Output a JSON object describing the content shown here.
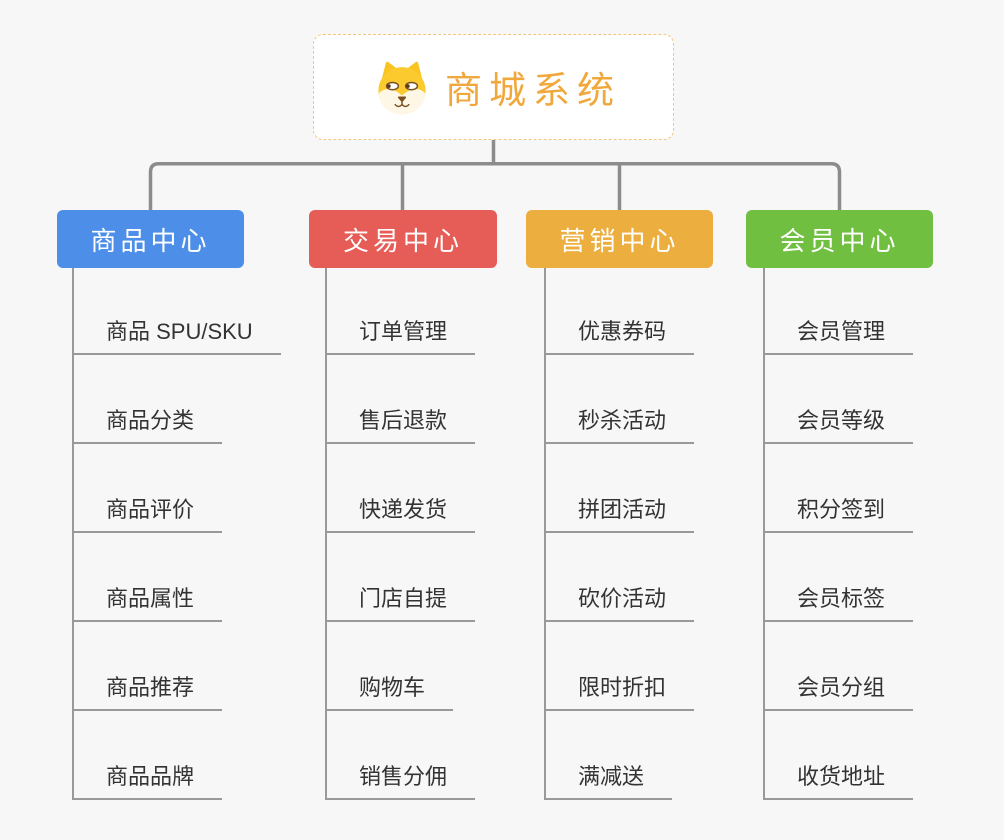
{
  "canvas": {
    "background_color": "#f7f7f7",
    "connector_color": "#8c8c8c",
    "leaf_line_color": "#999999",
    "leaf_text_color": "#333333"
  },
  "root": {
    "title": "商城系统",
    "title_color": "#f0a73b",
    "icon": "doge-icon",
    "border_color": "#f2c480"
  },
  "branches": [
    {
      "label": "商品中心",
      "color": "#4d8fe8",
      "children": [
        "商品 SPU/SKU",
        "商品分类",
        "商品评价",
        "商品属性",
        "商品推荐",
        "商品品牌"
      ]
    },
    {
      "label": "交易中心",
      "color": "#e65c57",
      "children": [
        "订单管理",
        "售后退款",
        "快递发货",
        "门店自提",
        "购物车",
        "销售分佣"
      ]
    },
    {
      "label": "营销中心",
      "color": "#ecae3e",
      "children": [
        "优惠券码",
        "秒杀活动",
        "拼团活动",
        "砍价活动",
        "限时折扣",
        "满减送"
      ]
    },
    {
      "label": "会员中心",
      "color": "#71bf41",
      "children": [
        "会员管理",
        "会员等级",
        "积分签到",
        "会员标签",
        "会员分组",
        "收货地址"
      ]
    }
  ]
}
